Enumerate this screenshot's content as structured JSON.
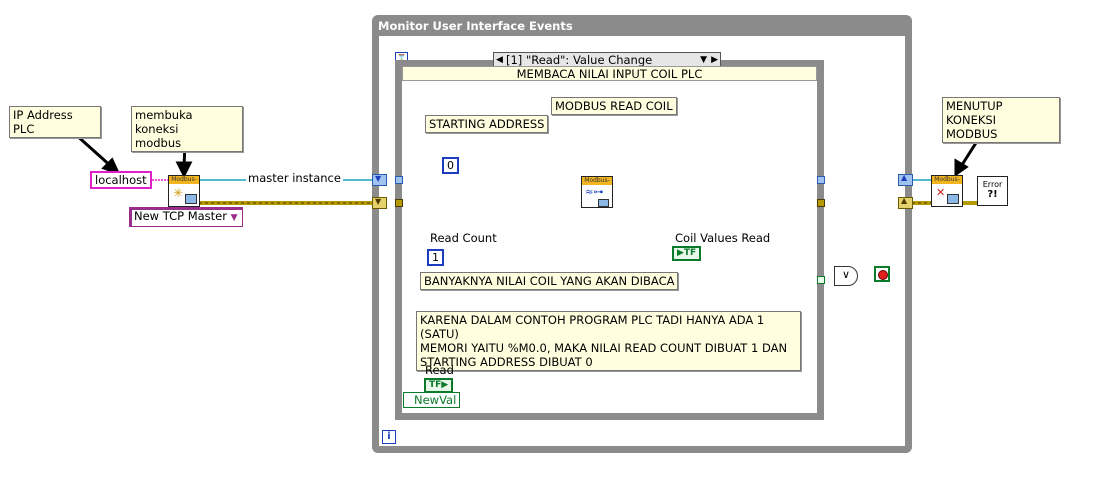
{
  "event_structure": {
    "title": "Monitor User Interface Events",
    "case_selector": "[1] \"Read\": Value Change",
    "case_header": "MEMBACA NILAI INPUT COIL PLC"
  },
  "notes": {
    "ip_address": "IP Address PLC",
    "open_connection": "membuka koneksi\nmodbus",
    "close_connection": "MENUTUP KONEKSI\nMODBUS",
    "starting_address": "STARTING ADDRESS",
    "read_coil": "MODBUS READ COIL",
    "read_count_note": "BANYAKNYA NILAI COIL YANG AKAN DIBACA",
    "explanation": "KARENA DALAM CONTOH PROGRAM PLC TADI HANYA ADA 1 (SATU)\nMEMORI YAITU %M0.0, MAKA NILAI READ COUNT DIBUAT 1 DAN\nSTARTING ADDRESS DIBUAT 0"
  },
  "labels": {
    "localhost": "localhost",
    "master_instance": "master instance",
    "tcp_master": "New TCP Master",
    "read_count": "Read Count",
    "coil_values_read": "Coil Values Read",
    "read": "Read",
    "new_val": "NewVal",
    "tf": "TF",
    "error": "Error",
    "error_q": "?!",
    "modbus_tag": "Modbus-M",
    "info_icon": "i",
    "hourglass": "⌛"
  },
  "constants": {
    "starting_address_value": "0",
    "read_count_value": "1"
  },
  "colors": {
    "frame": "#7d7d7d",
    "wire_blue": "#2a5db0",
    "wire_cyan": "#1a9fc0",
    "wire_error": "#b59a00",
    "wire_bool": "#0b7a2a",
    "note_bg": "#ffffe0",
    "string_pink": "#e020c8"
  }
}
